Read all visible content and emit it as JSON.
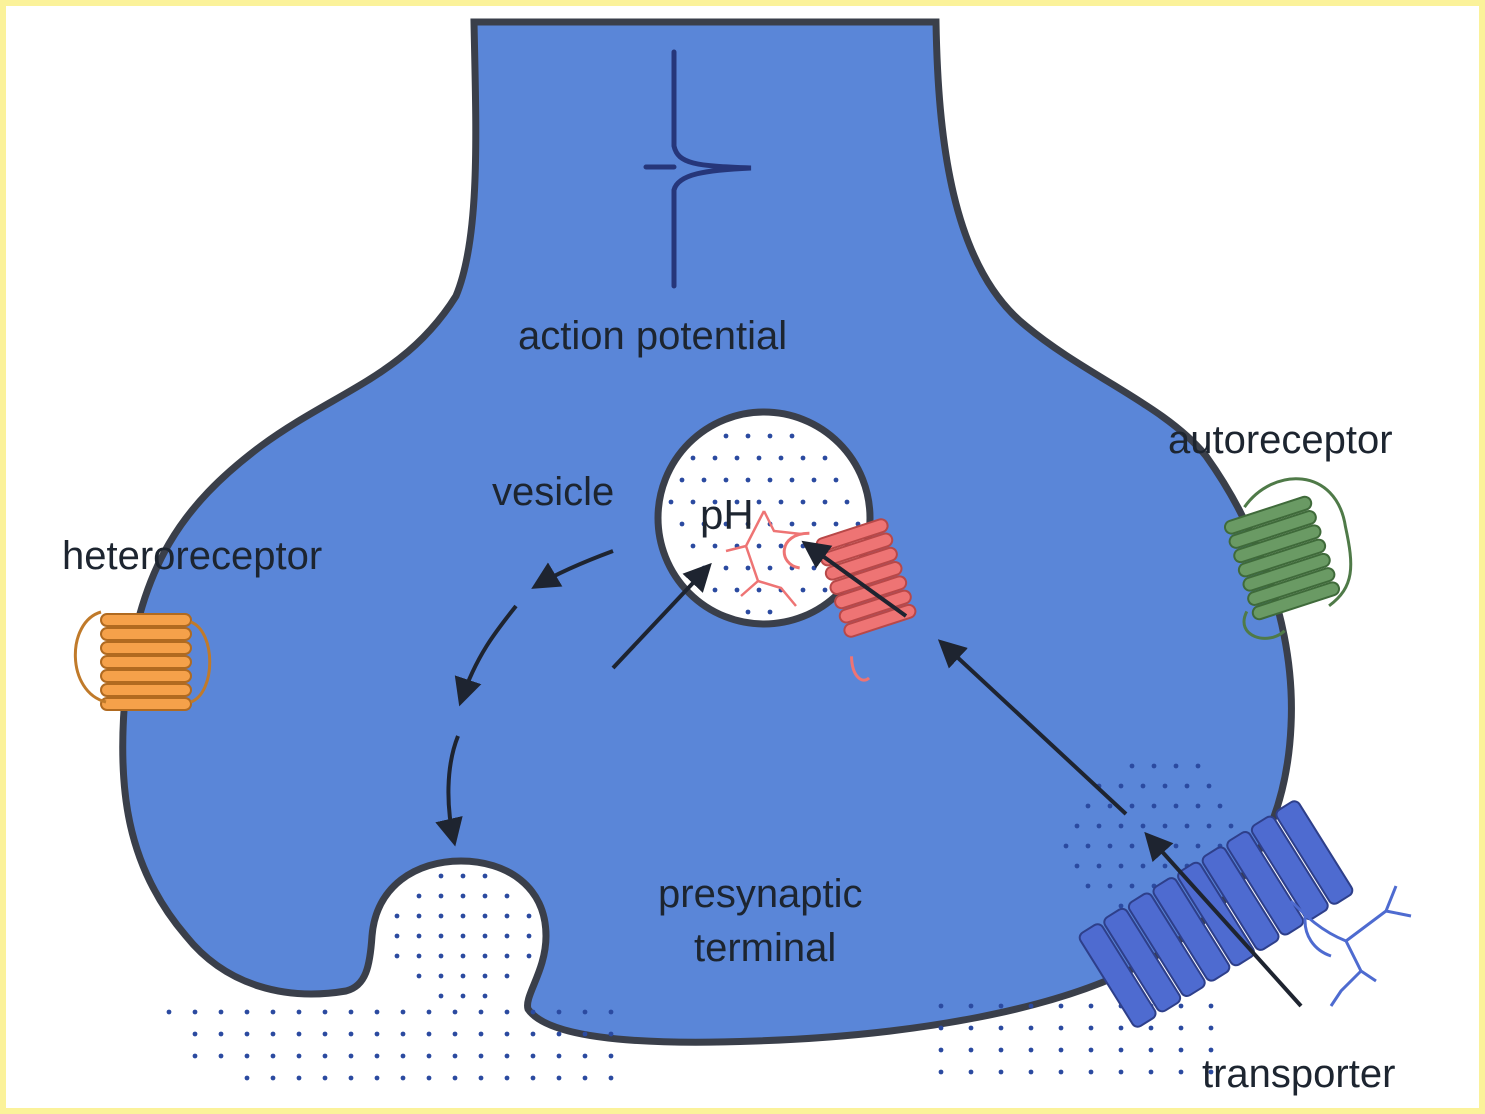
{
  "diagram": {
    "labels": {
      "action_potential": "action potential",
      "vesicle": "vesicle",
      "ph": "pH",
      "autoreceptor": "autoreceptor",
      "heteroreceptor": "heteroreceptor",
      "presynaptic_line1": "presynaptic",
      "presynaptic_line2": "terminal",
      "transporter": "transporter"
    },
    "colors": {
      "terminal_fill": "#5a86d8",
      "terminal_outline": "#3a3f4a",
      "heteroreceptor": "#f5a14a",
      "autoreceptor": "#6a9a64",
      "vesicle_receptor": "#ee7474",
      "transporter": "#4e6bd0",
      "arrows": "#1e2430",
      "dots": "#2b4aa0",
      "frame": "#fbf29a"
    },
    "icons": [
      "action-potential-spike-icon",
      "arrow-icon",
      "receptor-icon",
      "transporter-icon"
    ]
  }
}
